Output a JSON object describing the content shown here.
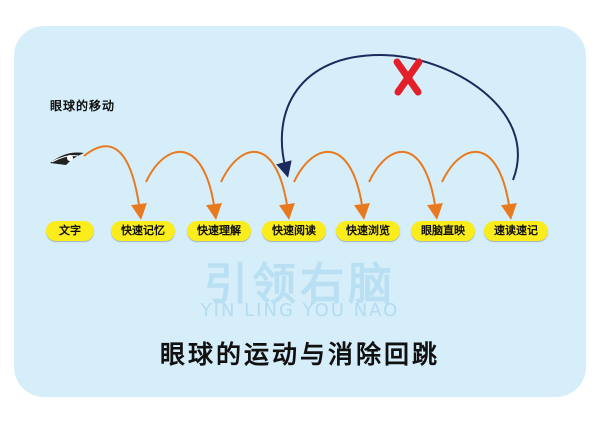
{
  "heading": "眼球的移动",
  "steps": [
    "文字",
    "快速记忆",
    "快速理解",
    "快速阅读",
    "快速浏览",
    "眼脑直映",
    "速读速记"
  ],
  "title": "眼球的运动与消除回跳",
  "watermark": {
    "cn": "引领右脑",
    "en": "YIN LING YOU NAO"
  },
  "colors": {
    "background": "#d6eefa",
    "pill": "#fbec1c",
    "forward_arc": "#e8791f",
    "back_arc": "#1c2a5c",
    "cross": "#e3202a"
  }
}
